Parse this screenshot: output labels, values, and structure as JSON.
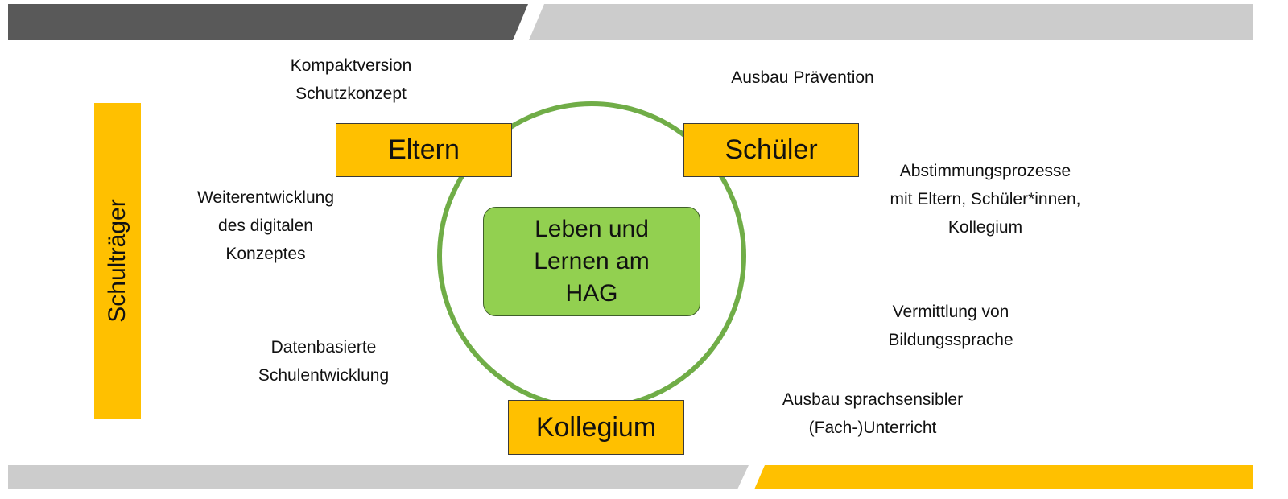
{
  "colors": {
    "dark": "#595959",
    "light": "#CCCCCC",
    "accent": "#FFC000",
    "green": "#92D050",
    "ring": "#70AD47"
  },
  "side_bar": {
    "label": "Schulträger"
  },
  "center": {
    "label": "Leben und\nLernen am\nHAG"
  },
  "nodes": {
    "eltern": "Eltern",
    "schueler": "Schüler",
    "kollegium": "Kollegium"
  },
  "labels": {
    "kompakt": "Kompaktversion\nSchutzkonzept",
    "digital": "Weiterentwicklung\ndes digitalen\nKonzeptes",
    "daten": "Datenbasierte\nSchulentwicklung",
    "praevention": "Ausbau Prävention",
    "abstimmung": "Abstimmungsprozesse\nmit Eltern, Schüler*innen,\nKollegium",
    "bildung": "Vermittlung von\nBildungssprache",
    "sprach": "Ausbau sprachsensibler\n(Fach-)Unterricht"
  }
}
